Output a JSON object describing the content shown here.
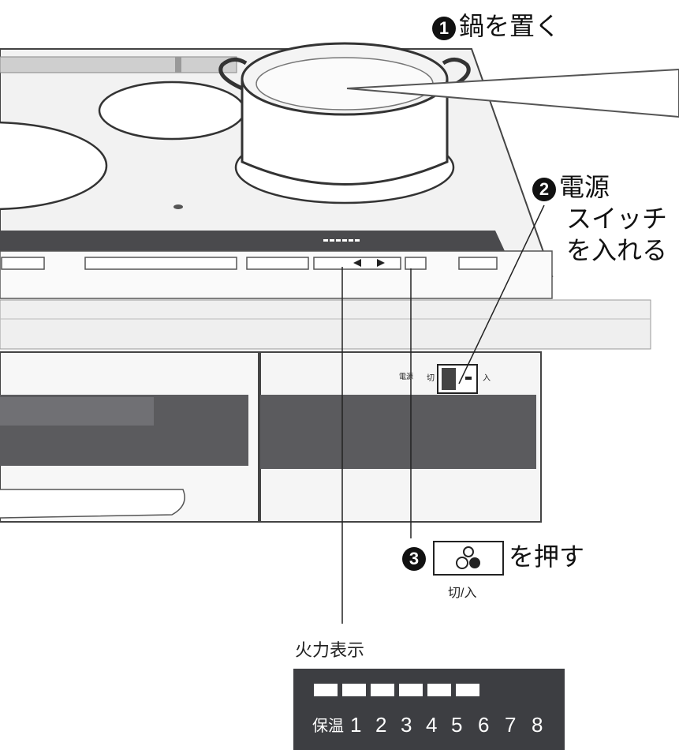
{
  "steps": {
    "step1": {
      "number": "1",
      "text": "鍋を置く"
    },
    "step2": {
      "number": "2",
      "line1": "電源",
      "line2": "スイッチ",
      "line3": "を入れる"
    },
    "step3": {
      "number": "3",
      "text": "を押す",
      "button_caption": "切/入",
      "button_icon": "heat-circles-icon"
    }
  },
  "switch": {
    "power_label": "電源",
    "off_label": "切",
    "on_label": "入"
  },
  "power_display": {
    "caption": "火力表示",
    "warm_label": "保温",
    "levels": [
      "1",
      "2",
      "3",
      "4",
      "5",
      "6",
      "7",
      "8"
    ],
    "lit_bars": 6
  },
  "colors": {
    "panel": "#3d3e42",
    "drawer_dark": "#5b5b5e",
    "line": "#222222"
  }
}
